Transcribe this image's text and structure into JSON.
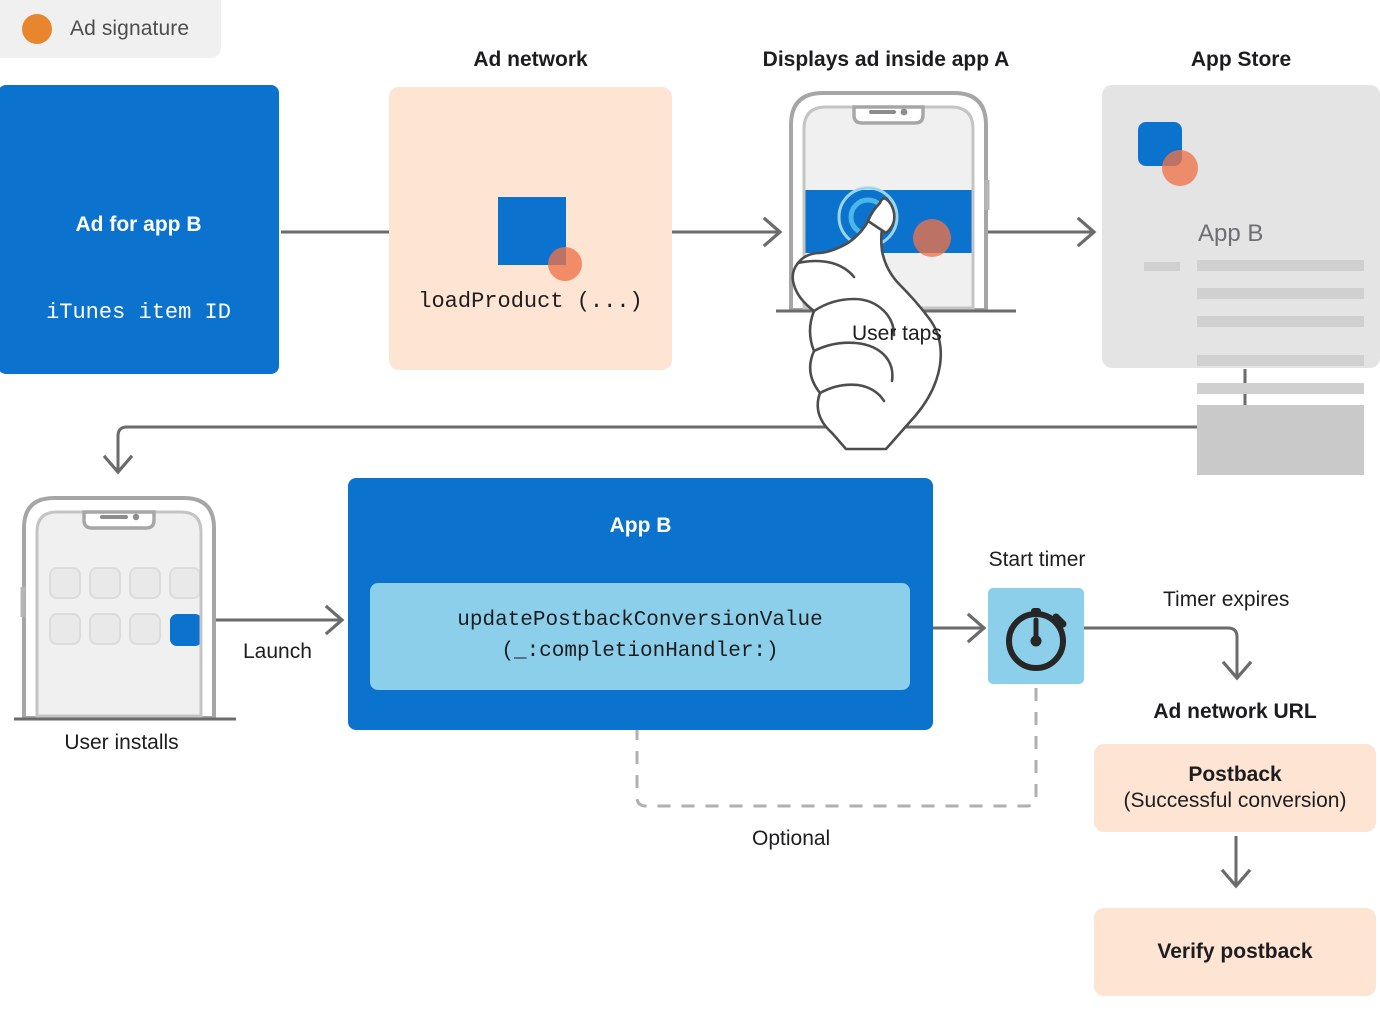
{
  "legend": {
    "icon": "orange-circle-icon",
    "label": "Ad signature",
    "color": "#e8862e"
  },
  "colors": {
    "blue": "#0b72ce",
    "light_blue": "#8ccfea",
    "peach": "#fde4d3",
    "gray_card": "#e4e4e4",
    "orange_signature": "#ee7348",
    "line": "#6b6b6b",
    "dashed": "#b0b0b0"
  },
  "stages": {
    "ad": {
      "title": "Ad for app B",
      "subtitle": "iTunes item ID"
    },
    "ad_network": {
      "caption": "Ad network",
      "code": "loadProduct (...)"
    },
    "display_ad": {
      "caption": "Displays ad inside app A",
      "tap_label": "User taps"
    },
    "app_store": {
      "caption": "App Store",
      "app_name": "App B"
    },
    "install": {
      "label": "User installs",
      "launch_label": "Launch"
    },
    "app_b": {
      "title": "App B",
      "api_line1": "updatePostbackConversionValue",
      "api_line2": "(_:completionHandler:)"
    },
    "timer": {
      "caption": "Start timer",
      "icon": "stopwatch-icon",
      "expires_label": "Timer expires",
      "optional_label": "Optional"
    },
    "ad_network_url": {
      "label": "Ad network URL"
    },
    "postback": {
      "title": "Postback",
      "subtitle": "(Successful conversion)"
    },
    "verify": {
      "title": "Verify postback"
    }
  }
}
